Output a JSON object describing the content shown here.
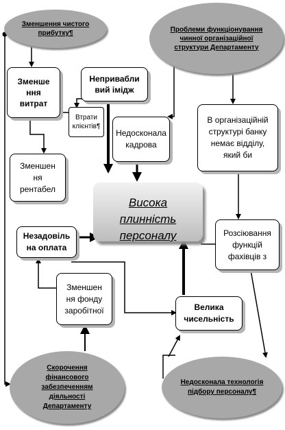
{
  "nodes": {
    "ellipse_top_left": "Зменшення чистого прибутку¶",
    "ellipse_top_right": "Проблеми функціонування чинної організаційної структури Департаменту",
    "reduce_costs": "Зменше\nння\nвитрат",
    "negative_image": "Непривабли\nвий імідж",
    "client_loss": "Втрати\nклієнтів¶",
    "imperfect_staff": "Недосконала\nкадрова",
    "no_department": "В організаційній\nструктурі банку\nнемає відділу,\nякий би",
    "reduced_profitability": "Зменшен\nня\nрентабел",
    "high_turnover": "Висока\nплинність\nперсоналу",
    "unsatisfactory_pay": "Незадовіль\nна оплата",
    "function_dispersion": "Розсіювання\nфункцій\nфахівців з",
    "reduced_wage_fund": "Зменшен\nня фонду\nзаробітної",
    "large_headcount": "Велика\nчисельність",
    "ellipse_bottom_left": "Скорочення фінансового забезпеченням діяльності Департаменту",
    "ellipse_bottom_right": "Недосконала технологія підбору персоналу¶"
  },
  "colors": {
    "ellipse": "#a8a8a8",
    "line": "#000000",
    "shadow": "#b5b5b5"
  }
}
